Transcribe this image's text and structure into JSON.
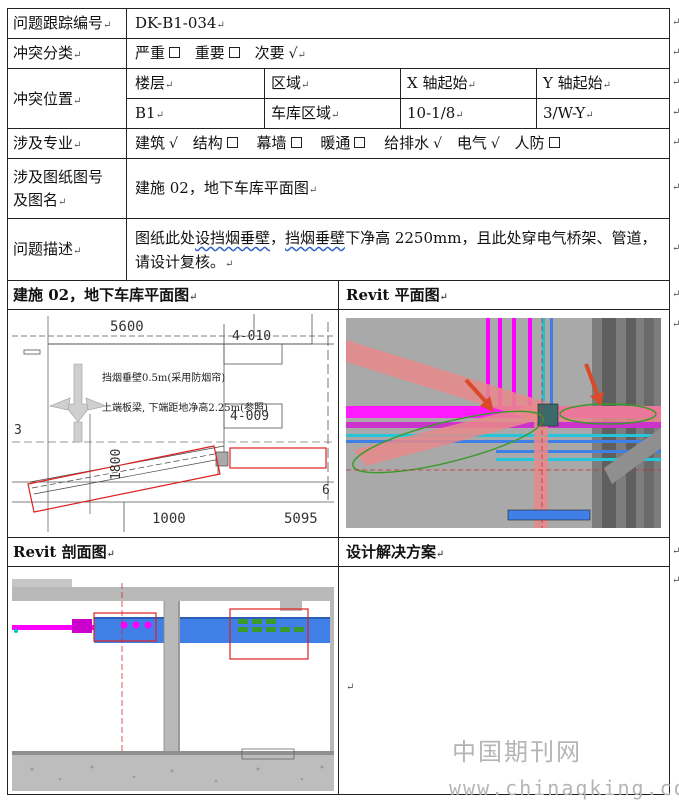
{
  "table": {
    "issue_no_label": "问题跟踪编号",
    "issue_no_value": "DK-B1-034",
    "category_label": "冲突分类",
    "category_options": [
      "严重",
      "重要",
      "次要"
    ],
    "category_checked": "次要",
    "location_label": "冲突位置",
    "location_headers": [
      "楼层",
      "区域",
      "X 轴起始",
      "Y 轴起始"
    ],
    "location_values": [
      "B1",
      "车库区域",
      "10-1/8",
      "3/W-Y"
    ],
    "discipline_label": "涉及专业",
    "discipline_options": [
      "建筑",
      "结构",
      "幕墙",
      "暖通",
      "给排水",
      "电气",
      "人防"
    ],
    "discipline_checked": [
      "建筑",
      "给排水",
      "电气"
    ],
    "drawing_label_line1": "涉及图纸图号",
    "drawing_label_line2": "及图名",
    "drawing_value": "建施 02，地下车库平面图",
    "desc_label": "问题描述",
    "desc_value_part1": "图纸此处",
    "desc_value_underlined1": "设挡烟垂壁",
    "desc_value_part2": "，",
    "desc_value_underlined2": "挡烟垂壁",
    "desc_value_part3": "下净高 2250mm，且此处穿电气桥架、管道，请设计复核。",
    "fig_plan_title": "建施 02，地下车库平面图",
    "fig_revit_plan_title": "Revit  平面图",
    "fig_revit_section_title": "Revit  剖面图",
    "solution_title": "设计解决方案",
    "solution_value": ""
  },
  "cad_drawing": {
    "dim_top": "5600",
    "tag_top": "4-010",
    "note_line1": "挡烟垂壁0.5m(采用防烟帘)",
    "note_line2": "上端板梁, 下端距地净高2.25m(参照)",
    "tag_mid": "4-009",
    "dim_vertical": "1800",
    "dim_bottom_left": "1000",
    "dim_bottom_right": "5095",
    "left_axis": "3",
    "right_axis": "6"
  },
  "marks": {
    "paragraph": "↵",
    "checkmark": "√",
    "row_marker": "↵"
  },
  "watermark": {
    "cn": "中国期刊网",
    "url": "www.chinaqking.com"
  },
  "colors": {
    "red_box": "#e02020",
    "magenta_duct": "#ff00ff",
    "blue_pipe": "#3f7fe6",
    "green_ellipse": "#3a9a2a",
    "pink_beam": "#e88a8a",
    "concrete": "#b9b9b9"
  }
}
